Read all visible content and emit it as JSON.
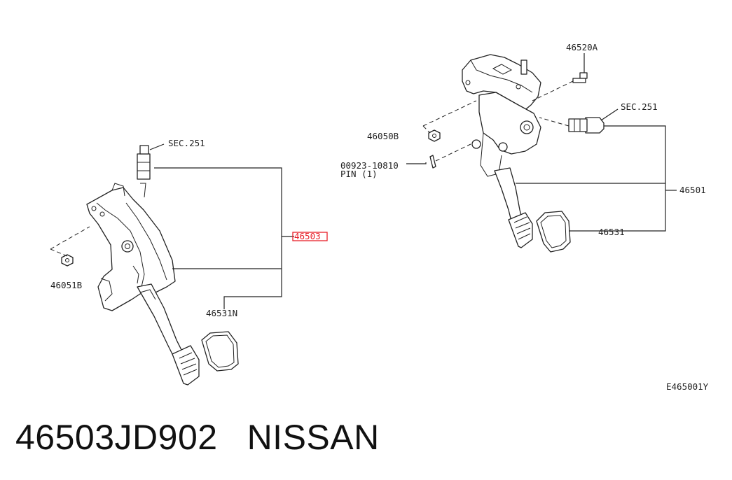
{
  "labels": {
    "sec251_left": "SEC.251",
    "part_46503": "46503",
    "nut_46051b": "46051B",
    "pad_46531n": "46531N",
    "bolt_46520a": "46520A",
    "sec251_right": "SEC.251",
    "nut_46050b": "46050B",
    "pin_code": "00923-10810",
    "pin_text": "PIN (1)",
    "assy_46501": "46501",
    "pad_46531": "46531",
    "diagram_code": "E465001Y"
  },
  "colors": {
    "highlight": "#e8202a",
    "ink": "#222222"
  },
  "caption": {
    "part_number": "46503JD902",
    "brand": "NISSAN"
  }
}
